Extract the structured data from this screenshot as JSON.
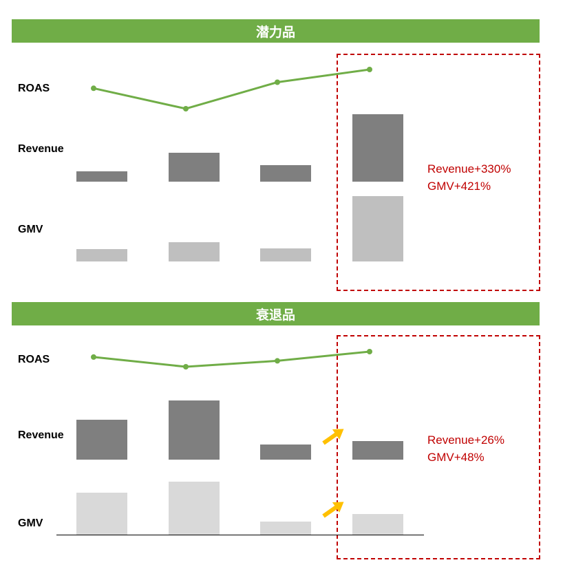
{
  "panels": [
    {
      "title": "潜力品",
      "row_labels": {
        "roas": "ROAS",
        "revenue": "Revenue",
        "gmv": "GMV"
      },
      "annotation": [
        "Revenue+330%",
        "GMV+421%"
      ],
      "colors": {
        "line": "#70AD47",
        "revenue": "#7F7F7F",
        "gmv": "#BFBFBF"
      }
    },
    {
      "title": "衰退品",
      "row_labels": {
        "roas": "ROAS",
        "revenue": "Revenue",
        "gmv": "GMV"
      },
      "annotation": [
        "Revenue+26%",
        "GMV+48%"
      ],
      "colors": {
        "line": "#70AD47",
        "revenue": "#7F7F7F",
        "gmv": "#D9D9D9",
        "arrow": "#FFC000"
      }
    }
  ],
  "chart_data": [
    {
      "type": "line+bar",
      "title": "潜力品",
      "series": [
        {
          "name": "ROAS",
          "type": "line",
          "values": [
            0.77,
            0.0,
            1.0,
            1.48
          ]
        },
        {
          "name": "Revenue",
          "type": "bar",
          "values": [
            15,
            42,
            24,
            98
          ]
        },
        {
          "name": "GMV",
          "type": "bar",
          "values": [
            18,
            28,
            19,
            95
          ]
        }
      ],
      "highlight_index": 3
    },
    {
      "type": "line+bar",
      "title": "衰退品",
      "series": [
        {
          "name": "ROAS",
          "type": "line",
          "values": [
            0.9,
            0.0,
            0.55,
            1.4
          ]
        },
        {
          "name": "Revenue",
          "type": "bar",
          "values": [
            58,
            86,
            22,
            27
          ]
        },
        {
          "name": "GMV",
          "type": "bar",
          "values": [
            61,
            77,
            19,
            30
          ]
        }
      ],
      "highlight_index": 3
    }
  ]
}
